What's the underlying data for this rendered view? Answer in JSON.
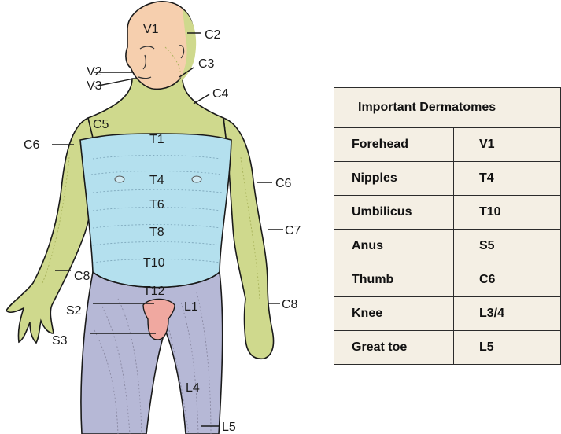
{
  "figure": {
    "labels": {
      "V1": "V1",
      "V2": "V2",
      "V3": "V3",
      "C2": "C2",
      "C3": "C3",
      "C4": "C4",
      "C5": "C5",
      "C6_left": "C6",
      "C6_right": "C6",
      "C7": "C7",
      "C8_left": "C8",
      "C8_right": "C8",
      "T1": "T1",
      "T4": "T4",
      "T6": "T6",
      "T8": "T8",
      "T10": "T10",
      "T12": "T12",
      "L1": "L1",
      "L4": "L4",
      "L5": "L5",
      "S2": "S2",
      "S3": "S3"
    },
    "colors": {
      "trigeminal": "#f6cfae",
      "cervical": "#cfd98d",
      "thoracic": "#b4e0ee",
      "lumbosacral": "#b6b8d6",
      "genital": "#f0a8a0",
      "outline": "#1a1a1a"
    }
  },
  "table": {
    "title": "Important Dermatomes",
    "rows": [
      {
        "region": "Forehead",
        "level": "V1"
      },
      {
        "region": "Nipples",
        "level": "T4"
      },
      {
        "region": "Umbilicus",
        "level": "T10"
      },
      {
        "region": "Anus",
        "level": "S5"
      },
      {
        "region": "Thumb",
        "level": "C6"
      },
      {
        "region": "Knee",
        "level": "L3/4"
      },
      {
        "region": "Great toe",
        "level": "L5"
      }
    ]
  }
}
